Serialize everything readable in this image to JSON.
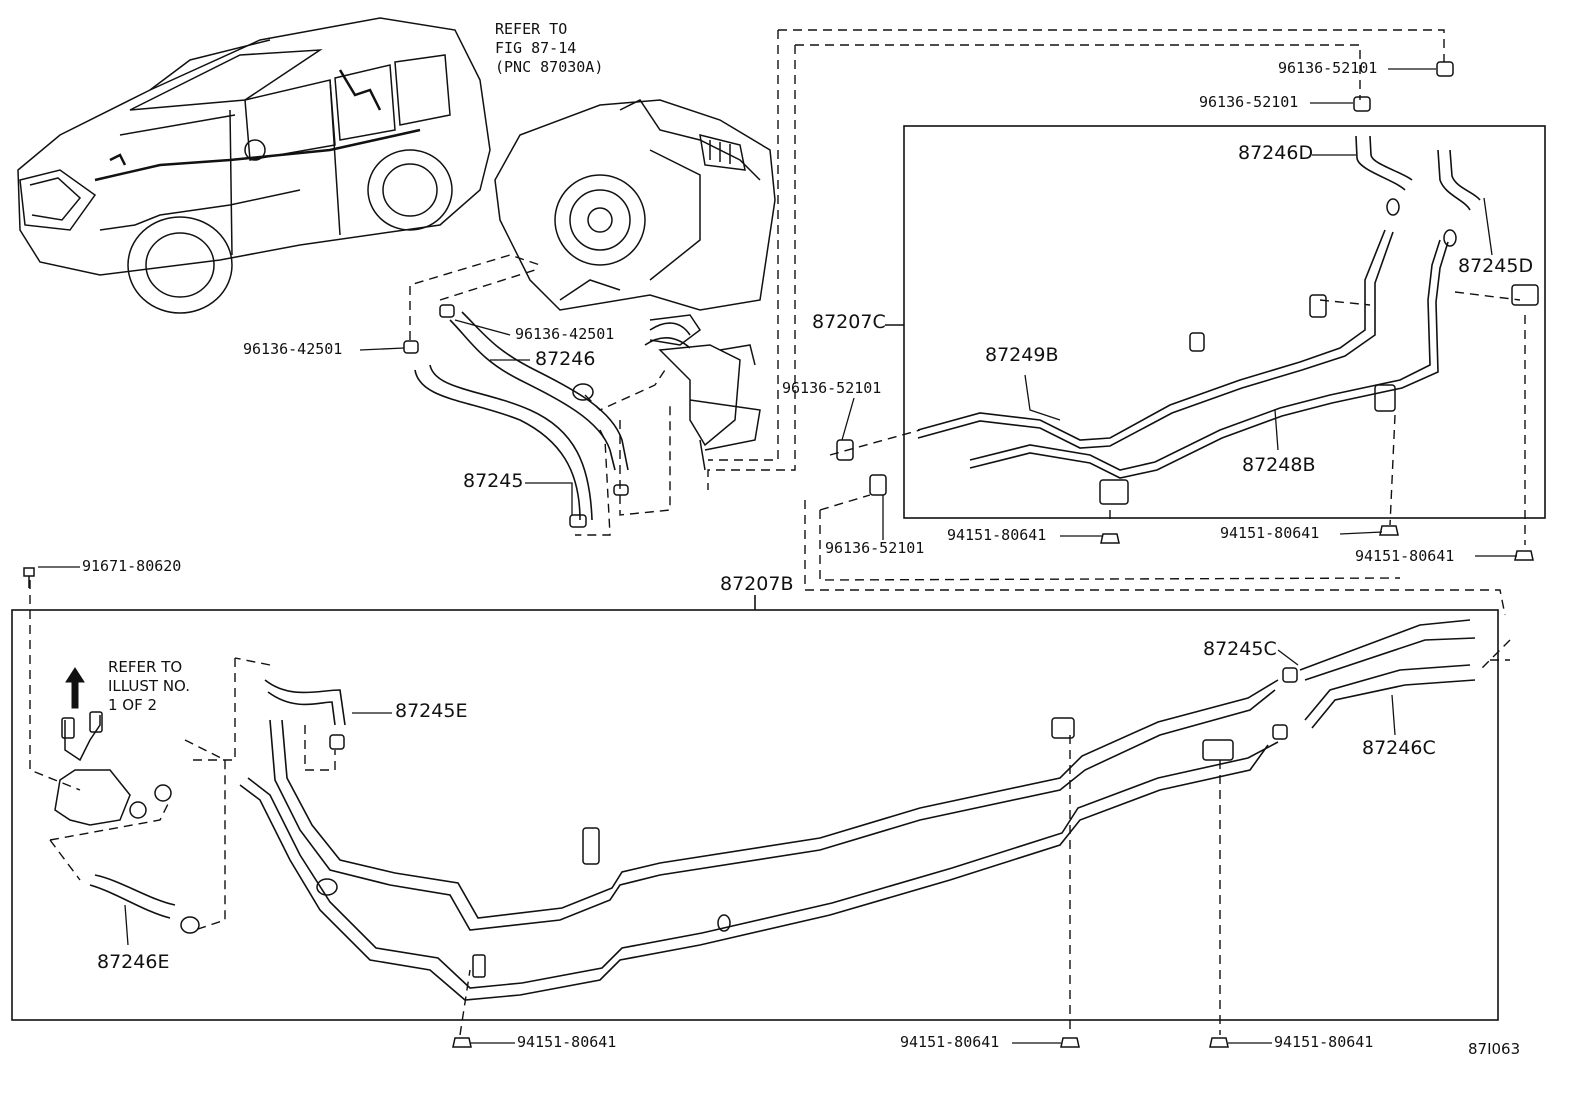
{
  "diagram_code": "87I063",
  "refs": {
    "heater_unit": [
      "REFER TO",
      "FIG 87-14",
      "(PNC 87030A)"
    ],
    "water_valve": [
      "REFER TO",
      "ILLUST NO.",
      "1 OF 2"
    ]
  },
  "parts": {
    "p96136_52101_a": "96136-52101",
    "p96136_52101_b": "96136-52101",
    "p87246D": "87246D",
    "p87245D": "87245D",
    "p87207C": "87207C",
    "p87249B": "87249B",
    "p87248B": "87248B",
    "p96136_52101_c": "96136-52101",
    "p96136_52101_d": "96136-52101",
    "p94151_80641_a": "94151-80641",
    "p94151_80641_b": "94151-80641",
    "p94151_80641_c": "94151-80641",
    "p96136_42501_a": "96136-42501",
    "p96136_42501_b": "96136-42501",
    "p87246": "87246",
    "p87245": "87245",
    "p91671_80620": "91671-80620",
    "p87207B": "87207B",
    "p87245E": "87245E",
    "p87245C": "87245C",
    "p87246C": "87246C",
    "p87246E": "87246E",
    "p94151_80641_d": "94151-80641",
    "p94151_80641_e": "94151-80641",
    "p94151_80641_f": "94151-80641"
  }
}
